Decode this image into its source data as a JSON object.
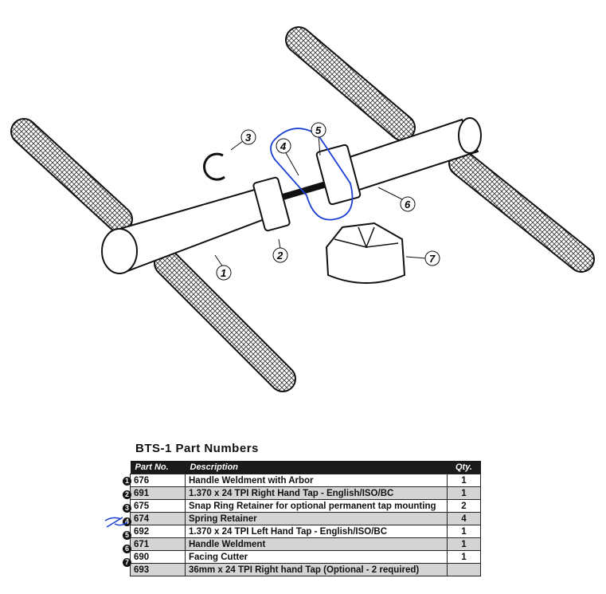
{
  "diagram": {
    "callouts": [
      "1",
      "2",
      "3",
      "4",
      "5",
      "6",
      "7"
    ]
  },
  "table": {
    "title": "BTS-1 Part Numbers",
    "headers": {
      "part_no": "Part No.",
      "description": "Description",
      "qty": "Qty."
    },
    "rows": [
      {
        "ref": "1",
        "part": "676",
        "desc": "Handle Weldment with Arbor",
        "qty": "1"
      },
      {
        "ref": "2",
        "part": "691",
        "desc": "1.370 x 24 TPI Right Hand Tap - English/ISO/BC",
        "qty": "1"
      },
      {
        "ref": "3",
        "part": "675",
        "desc": "Snap Ring Retainer for optional permanent tap mounting",
        "qty": "2"
      },
      {
        "ref": "4",
        "part": "674",
        "desc": "Spring Retainer",
        "qty": "4"
      },
      {
        "ref": "5",
        "part": "692",
        "desc": "1.370 x 24 TPI Left Hand Tap - English/ISO/BC",
        "qty": "1"
      },
      {
        "ref": "6",
        "part": "671",
        "desc": "Handle Weldment",
        "qty": "1"
      },
      {
        "ref": "7",
        "part": "690",
        "desc": "Facing Cutter",
        "qty": "1"
      },
      {
        "ref": "",
        "part": "693",
        "desc": "36mm x 24 TPI Right hand Tap (Optional - 2 required)",
        "qty": ""
      }
    ]
  },
  "colors": {
    "annotation": "#1a3fd1",
    "header_bg": "#1a1a1a",
    "alt_row": "#d4d4d4"
  }
}
